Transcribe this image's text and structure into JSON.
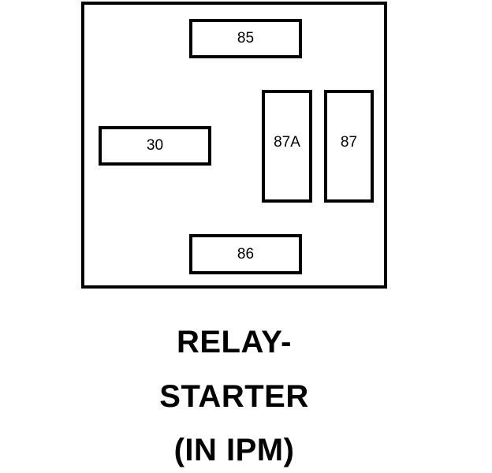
{
  "terminals": {
    "t85": "85",
    "t30": "30",
    "t87a": "87A",
    "t87": "87",
    "t86": "86"
  },
  "caption": {
    "line1": "RELAY-",
    "line2": "STARTER",
    "line3": "(IN IPM)"
  }
}
